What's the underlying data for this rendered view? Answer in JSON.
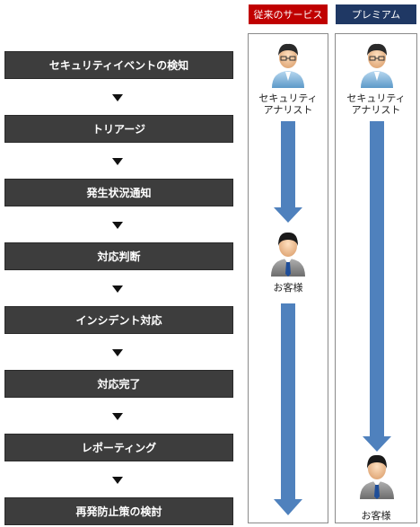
{
  "steps": [
    "セキュリティイベントの検知",
    "トリアージ",
    "発生状況通知",
    "対応判断",
    "インシデント対応",
    "対応完了",
    "レポーティング",
    "再発防止策の検討"
  ],
  "columns": {
    "conventional": {
      "label": "従来のサービス",
      "color": "#c00000",
      "analyst": [
        "セキュリティ",
        "アナリスト"
      ],
      "customer": "お客様"
    },
    "premium": {
      "label": "プレミアム",
      "color": "#1f3864",
      "analyst": [
        "セキュリティ",
        "アナリスト"
      ],
      "customer": "お客様"
    }
  },
  "arrow_color": "#4f81bd"
}
